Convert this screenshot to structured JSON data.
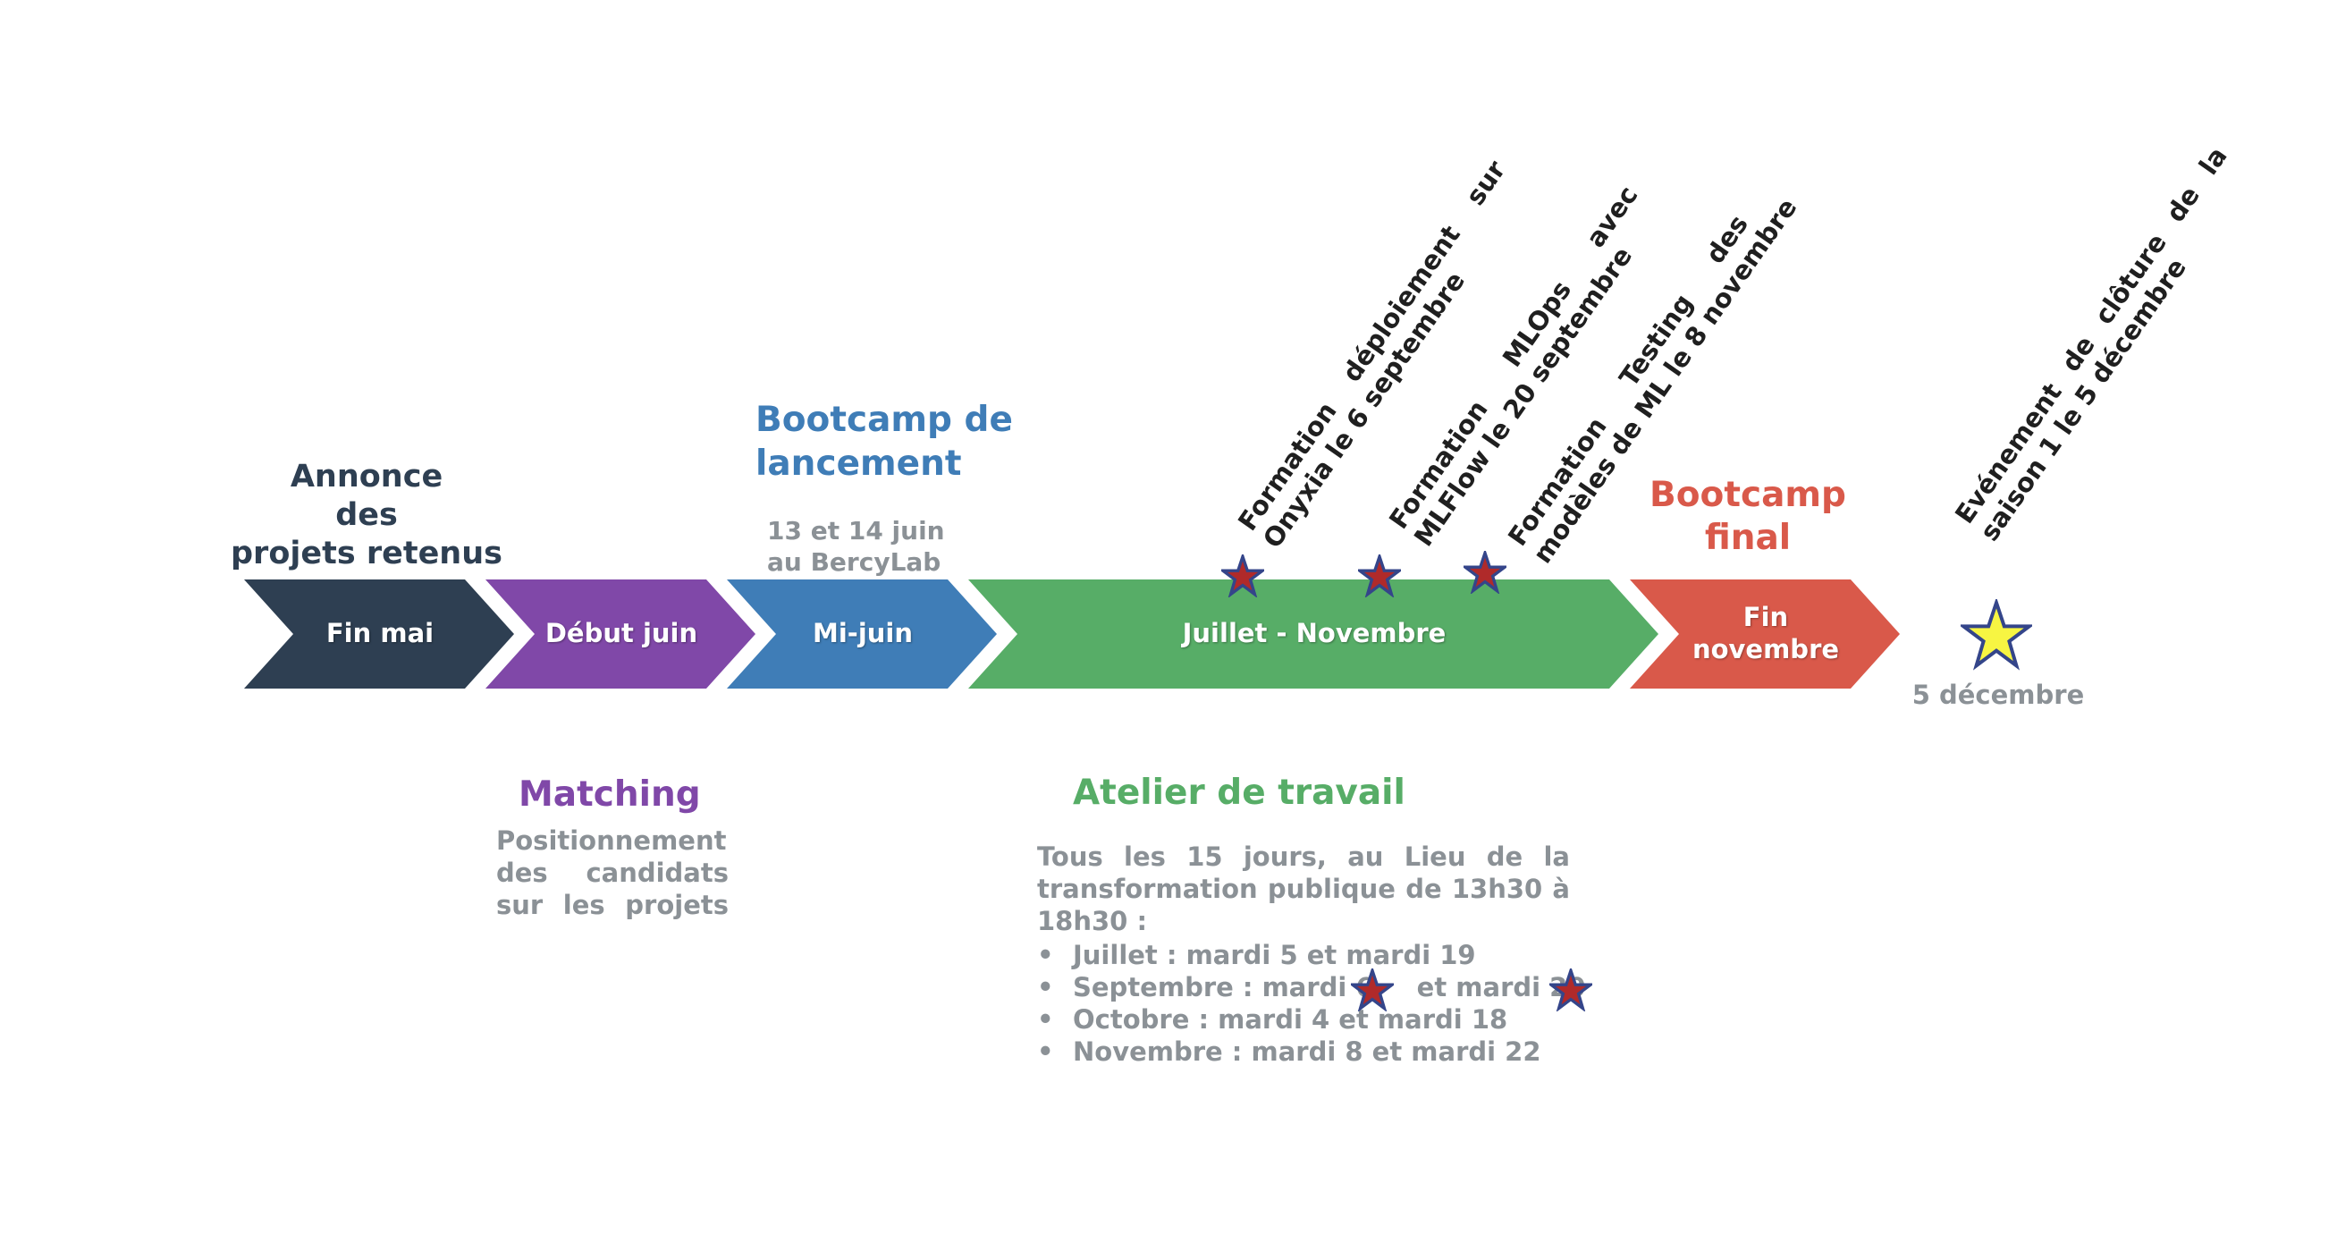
{
  "stages": [
    {
      "label": "Fin mai",
      "color": "#2e3f52"
    },
    {
      "label": "Début juin",
      "color": "#8048a8"
    },
    {
      "label": "Mi-juin",
      "color": "#3f7db7"
    },
    {
      "label": "Juillet - Novembre",
      "color": "#57ad67"
    },
    {
      "label": "Fin\nnovembre",
      "color": "#d9594a"
    }
  ],
  "headings": {
    "announce": "Annonce\ndes\nprojets retenus",
    "bootcamp_launch": "Bootcamp de\nlancement",
    "bootcamp_launch_sub": "13 et 14 juin\nau BercyLab",
    "bootcamp_final": "Bootcamp\nfinal",
    "matching": "Matching",
    "matching_sub": "Positionnement\ndes candidats\nsur les projets",
    "workshop": "Atelier de travail",
    "workshop_intro": "Tous les 15 jours, au Lieu de la transformation publique de 13h30 à 18h30 :"
  },
  "workshop_sessions": [
    "Juillet : mardi 5 et mardi 19",
    "Septembre : mardi 6",
    "et mardi 20",
    "Octobre : mardi 4 et mardi 18",
    "Novembre : mardi 8 et mardi 22"
  ],
  "bullet": "•",
  "trainings": [
    {
      "line1": "Formation déploiement sur",
      "line2": "Onyxia le 6 septembre"
    },
    {
      "line1": "Formation MLOps avec",
      "line2": "MLFlow le 20 septembre"
    },
    {
      "line1": "Formation Testing des",
      "line2": "modèles de ML le 8 novembre"
    }
  ],
  "closing_event": {
    "line1": "Evénement de clôture de la",
    "line2": "saison 1 le 5 décembre"
  },
  "final_date": "5 décembre",
  "colors": {
    "announce": "#2e3f52",
    "matching": "#8048a8",
    "bootcamp_launch": "#3f7db7",
    "workshop": "#57ad67",
    "bootcamp_final": "#d9594a",
    "grey_text": "#8b9196",
    "star_fill_red": "#b02a2a",
    "star_stroke": "#34458a",
    "star_fill_yellow": "#f7f542"
  },
  "icons": {
    "training_marker": "red-star-icon",
    "closing_marker": "yellow-star-icon"
  }
}
